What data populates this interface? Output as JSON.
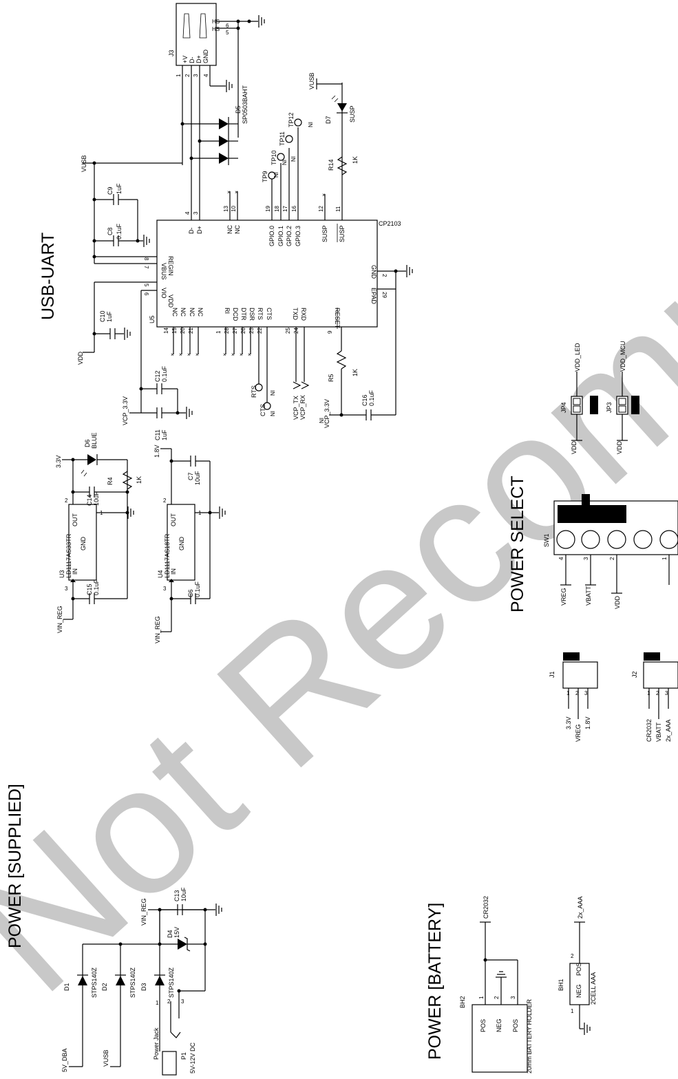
{
  "watermark": "Not Recommended for New Designs",
  "sections": {
    "usb_uart": "USB-UART",
    "power_supplied": "POWER [SUPPLIED]",
    "power_select": "POWER SELECT",
    "power_battery": "POWER [BATTERY]"
  },
  "j3": {
    "ref": "J3",
    "pins": [
      "+V",
      "D-",
      "D+",
      "GND"
    ],
    "nums": [
      "1",
      "2",
      "3",
      "4"
    ],
    "hs": [
      "HS",
      "HS"
    ],
    "hs_nums": [
      "6",
      "5"
    ]
  },
  "d5": {
    "ref": "D5",
    "part": "SP0503BAHT"
  },
  "d7": {
    "ref": "D7",
    "label": "SUSP",
    "net": "VUSB"
  },
  "r14": {
    "ref": "R14",
    "value": "1K"
  },
  "r5": {
    "ref": "R5",
    "value": "1K"
  },
  "tps": {
    "tp9": "TP9",
    "tp10": "TP10",
    "tp11": "TP11",
    "tp12": "TP12",
    "ni": "NI"
  },
  "u5": {
    "ref": "U5",
    "part": "CP2103",
    "left_pins": [
      "VBUS",
      "REGIN",
      "VIO",
      "VDD"
    ],
    "left_nums": [
      "8",
      "7",
      "5",
      "6"
    ],
    "top_pins": [
      "D-",
      "D+",
      "NC",
      "NC",
      "GPIO.0",
      "GPIO.1",
      "GPIO.2",
      "GPIO.3",
      "SUSP",
      "SUSP"
    ],
    "top_nums": [
      "4",
      "3",
      "13",
      "10",
      "19",
      "18",
      "17",
      "16",
      "12",
      "11"
    ],
    "bottom_pins": [
      "NC",
      "NC",
      "NC",
      "NC",
      "RI",
      "DCD",
      "DTR",
      "DSR",
      "RTS",
      "CTS",
      "TXD",
      "RXD",
      "RESET"
    ],
    "bottom_nums": [
      "14",
      "15",
      "20",
      "21",
      "1",
      "28",
      "27",
      "26",
      "23",
      "22",
      "25",
      "24",
      "9"
    ],
    "right_pins": [
      "GND",
      "EPAD"
    ],
    "right_nums": [
      "2",
      "29"
    ]
  },
  "caps": {
    "c8": [
      "C8",
      "0.1uF"
    ],
    "c9": [
      "C9",
      "1uF"
    ],
    "c10": [
      "C10",
      "1uF"
    ],
    "c11": [
      "C11",
      "1uF"
    ],
    "c12": [
      "C12",
      "0.1uF"
    ],
    "c16": [
      "C16",
      "0.1uF"
    ],
    "c14": [
      "C14",
      "10uF"
    ],
    "c15": [
      "C15",
      "0.1uF"
    ],
    "c6": [
      "C6",
      "0.1uF"
    ],
    "c7": [
      "C7",
      "10uF"
    ],
    "c13": [
      "C13",
      "10uF"
    ]
  },
  "nets": {
    "vusb": "VUSB",
    "vdd": "VDD",
    "vcp33": "VCP_3.3V",
    "rts": "RTS",
    "cts": "CTS",
    "vcp_tx": "VCP_TX",
    "vcp_rx": "VCP_RX",
    "v33": "3.3V",
    "v18": "1.8V",
    "vin_reg": "VIN_REG",
    "v5_dba": "5V_DBA",
    "vreg": "VREG",
    "vbatt": "VBATT",
    "cr2032": "CR2032",
    "aaa": "2x_AAA",
    "vdd_led": "VDD_LED",
    "vdd_mcu": "VDD_MCU"
  },
  "u3": {
    "ref": "U3",
    "part": "LD1117AS33TR",
    "pins": [
      "IN",
      "GND",
      "OUT"
    ],
    "nums": [
      "3",
      "1",
      "2"
    ]
  },
  "u4": {
    "ref": "U4",
    "part": "LD1117AS18TR",
    "pins": [
      "IN",
      "GND",
      "OUT"
    ],
    "nums": [
      "3",
      "1",
      "2"
    ]
  },
  "d6": {
    "ref": "D6",
    "label": "BLUE"
  },
  "r4": {
    "ref": "R4",
    "value": "1K"
  },
  "diodes": {
    "d1": "D1",
    "d2": "D2",
    "d3": "D3",
    "part": "STPS140Z",
    "d4": "D4",
    "d4v": "15V"
  },
  "p1": {
    "ref": "P1",
    "label": "Power Jack",
    "value": "5V-12V DC",
    "pins": [
      "1",
      "2",
      "3"
    ]
  },
  "jp4": "JP4",
  "jp3": "JP3",
  "sw1": {
    "ref": "SW1",
    "pins": [
      "4",
      "3",
      "2",
      "1"
    ]
  },
  "j1": {
    "ref": "J1",
    "pins": [
      "1",
      "2",
      "3"
    ]
  },
  "j2": {
    "ref": "J2",
    "pins": [
      "1",
      "2",
      "3"
    ]
  },
  "bh2": {
    "ref": "BH2",
    "pins": [
      "POS",
      "NEG",
      "POS"
    ],
    "nums": [
      "1",
      "2",
      "3"
    ],
    "label": "20mm BATTERY HOLDER"
  },
  "bh1": {
    "ref": "BH1",
    "pins": [
      "NEG",
      "POS"
    ],
    "nums": [
      "1",
      "2"
    ],
    "label": "2CELL AAA"
  }
}
